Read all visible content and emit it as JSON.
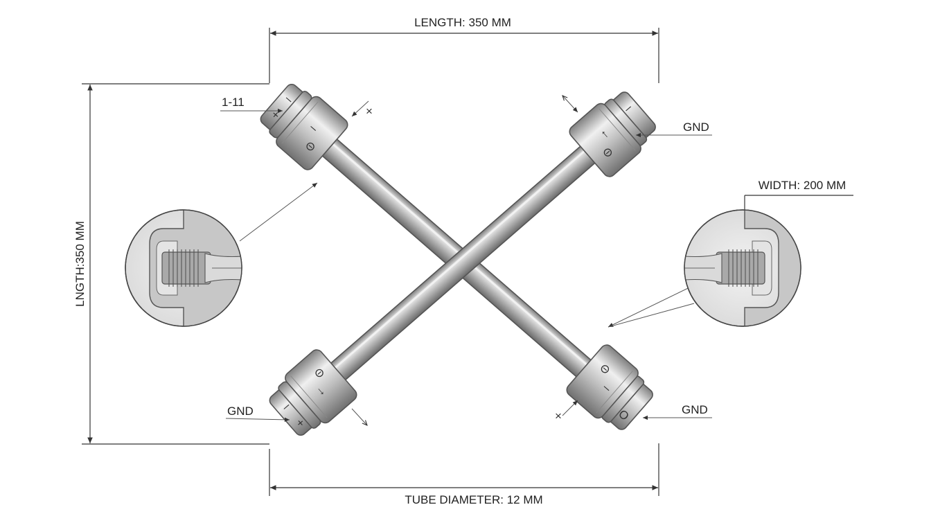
{
  "diagram": {
    "labels": {
      "top_dimension": "LENGTH: 350 MM",
      "left_dimension": "LNGTH:350 MM",
      "bottom_dimension": "TUBE DIAMETER: 12 MM",
      "right_dimension": "WIDTH: 200 MM",
      "top_left_callout": "1-11",
      "top_right_callout": "GND",
      "bottom_left_callout": "GND",
      "bottom_right_callout": "GND"
    },
    "connector_marks": {
      "tl_plus": "+",
      "tl_minus_cap": "–",
      "tl_minus_collar": "–",
      "tl_side_plus": "×",
      "tr_minus_cap": "–",
      "tr_arrow_collar": "↑",
      "bl_plus": "+",
      "bl_minus": "–",
      "bl_arrow_collar": "↓",
      "br_circle": "O",
      "br_minus": "–",
      "br_side_plus": "×"
    }
  }
}
